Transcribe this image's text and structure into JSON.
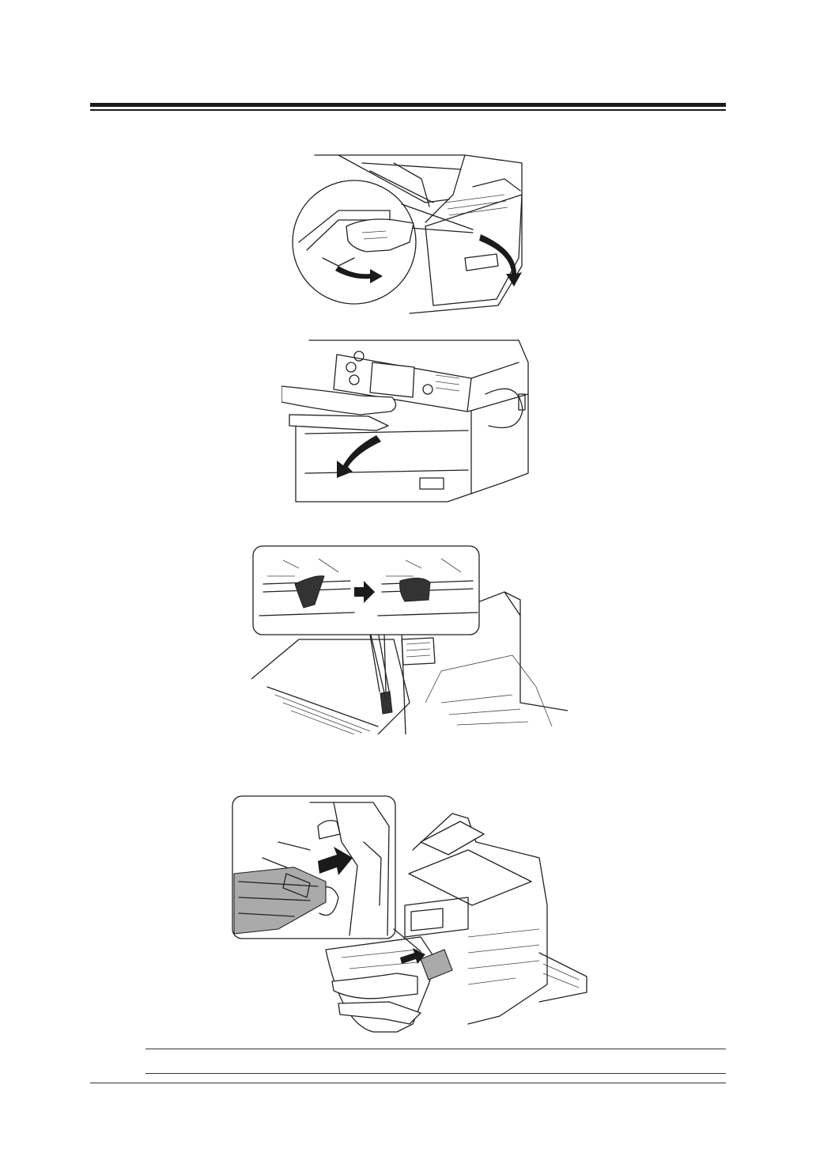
{
  "document": {
    "header_rules": [
      "thick",
      "thin"
    ],
    "footer_rules": [
      "note-top",
      "note-bottom",
      "page-bottom"
    ]
  },
  "figures": [
    {
      "id": "fig-1",
      "icon": "open-side-cover-illustration"
    },
    {
      "id": "fig-2",
      "icon": "open-front-cover-illustration"
    },
    {
      "id": "fig-3",
      "icon": "lever-rotate-illustration"
    },
    {
      "id": "fig-4",
      "icon": "insert-cartridge-illustration"
    }
  ],
  "colors": {
    "line": "#222222",
    "rule": "#1a1a1a",
    "shade": "#aaaaaa"
  }
}
